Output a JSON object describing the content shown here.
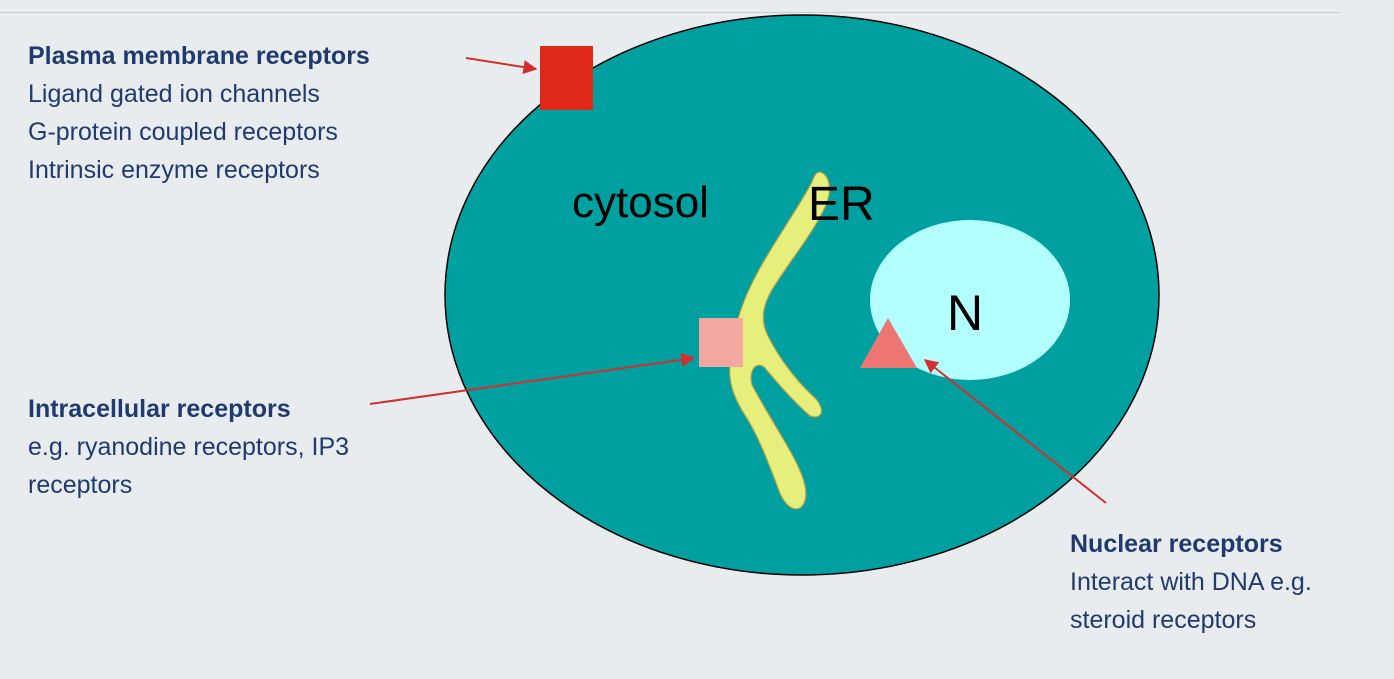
{
  "colors": {
    "background": "#e8ecef",
    "cell": "#009fa0",
    "nucleus": "#b3ffff",
    "er": "#e6ef7c",
    "plasma_receptor": "#e02818",
    "intracellular_receptor": "#f2a7a0",
    "nuclear_receptor": "#ee7672",
    "arrow": "#d32f2f",
    "callout_text": "#1f3a6e"
  },
  "diagram": {
    "cytosol_label": "cytosol",
    "er_label": "ER",
    "nucleus_label": "N"
  },
  "callouts": {
    "plasma_membrane": {
      "heading": "Plasma membrane receptors",
      "items": [
        "Ligand gated ion channels",
        "G-protein coupled receptors",
        "Intrinsic enzyme receptors"
      ]
    },
    "intracellular": {
      "heading": "Intracellular receptors",
      "lines": [
        "e.g. ryanodine receptors, IP3",
        "receptors"
      ]
    },
    "nuclear": {
      "heading": "Nuclear receptors",
      "lines": [
        "Interact with DNA e.g.",
        "steroid receptors"
      ]
    }
  }
}
